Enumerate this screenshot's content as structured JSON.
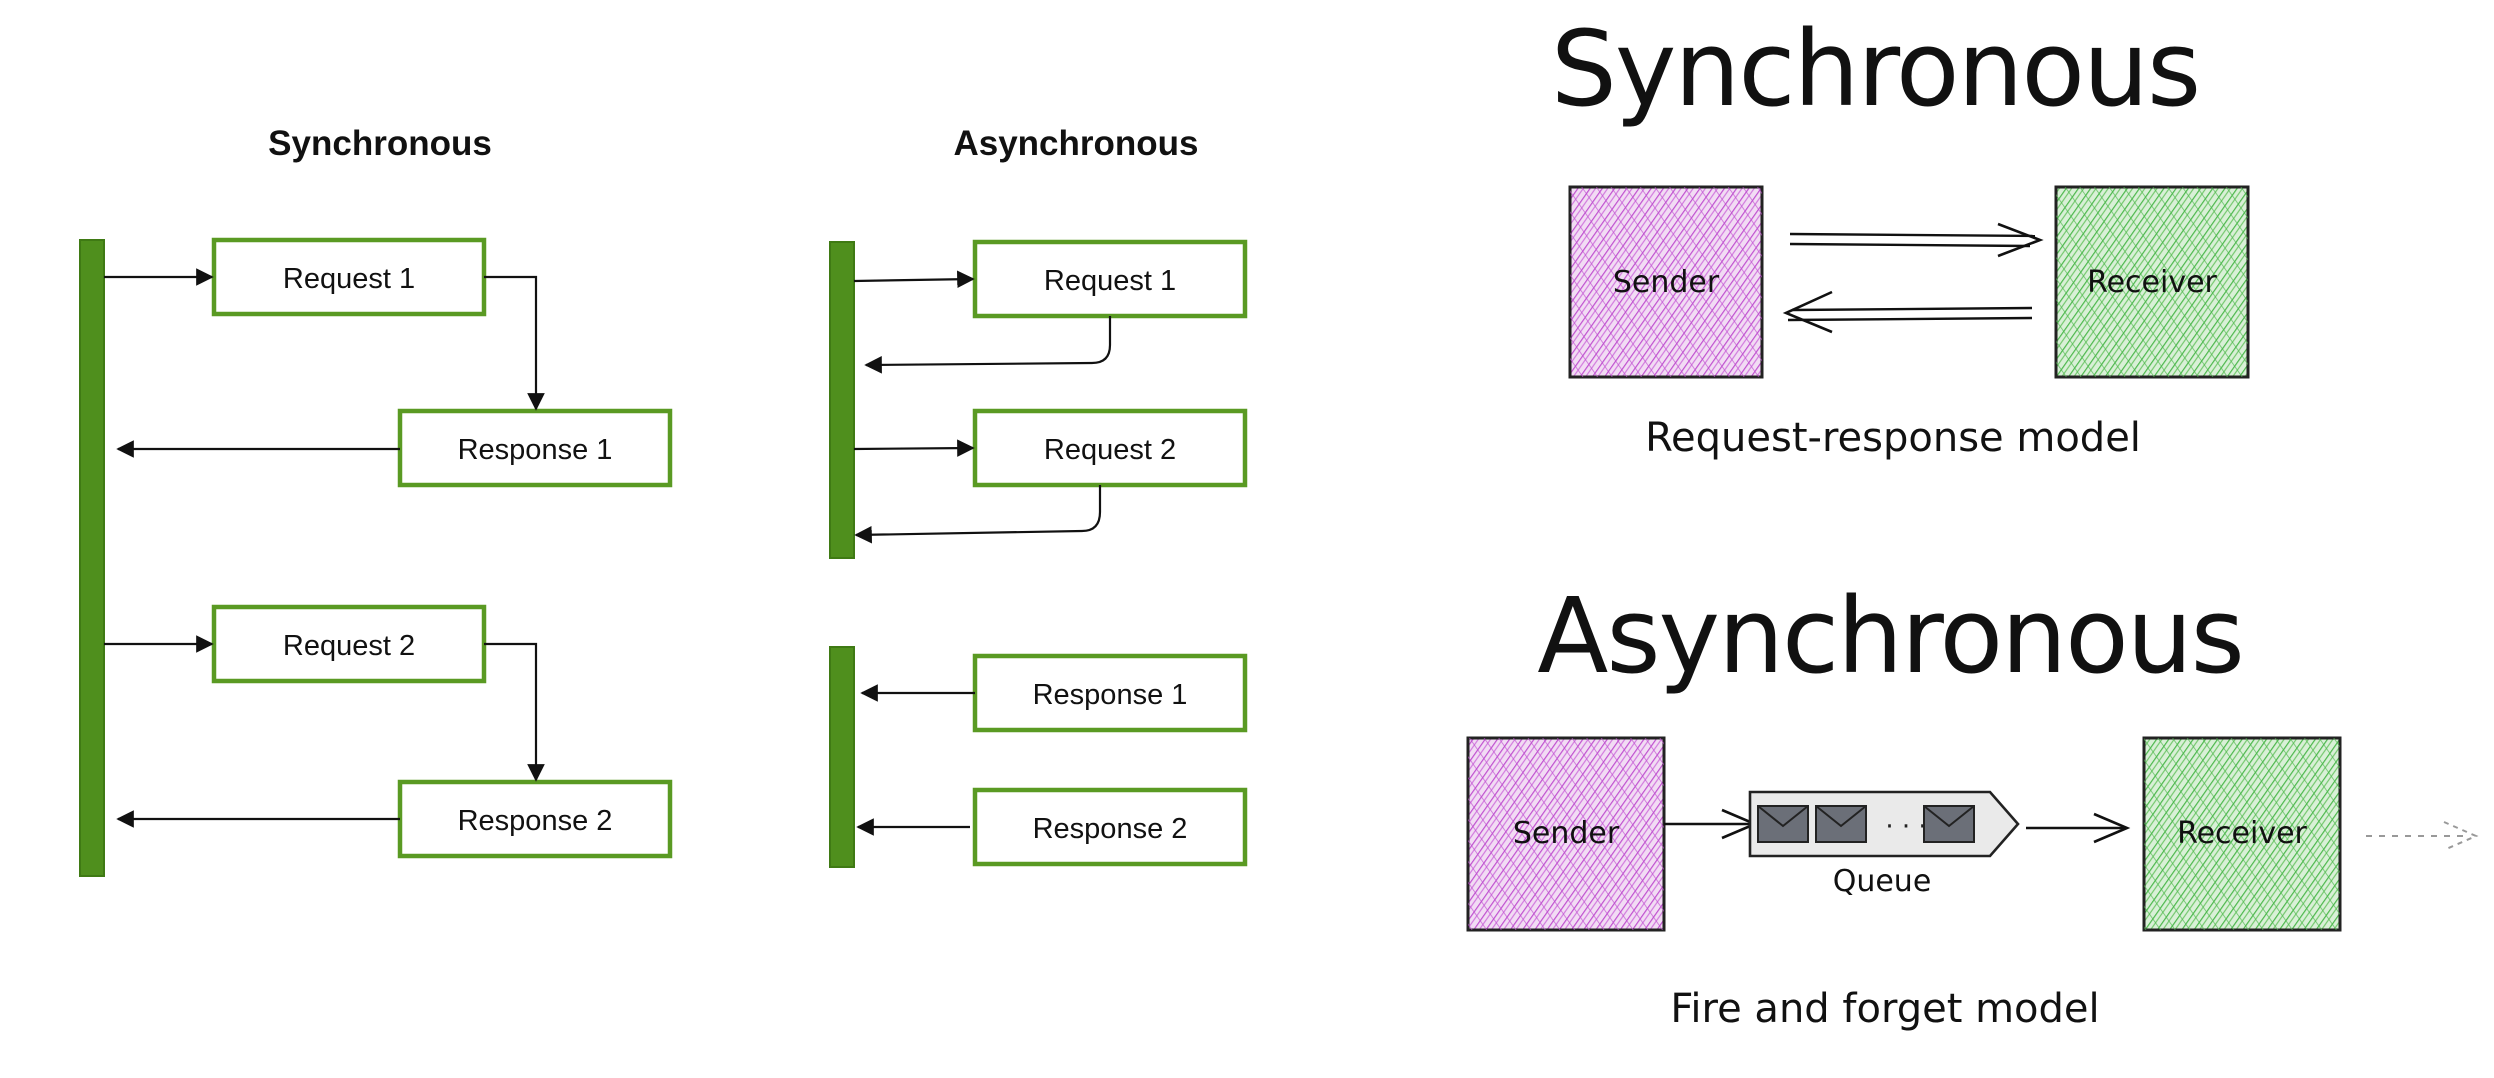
{
  "left_diagram": {
    "synchronous": {
      "title": "Synchronous",
      "boxes": [
        "Request 1",
        "Response 1",
        "Request 2",
        "Response 2"
      ]
    },
    "asynchronous": {
      "title": "Asynchronous",
      "boxes": [
        "Request 1",
        "Request 2",
        "Response 1",
        "Response 2"
      ]
    },
    "colors": {
      "box_border": "#5a9a23",
      "bar_fill": "#4f8f1d"
    }
  },
  "right_diagram": {
    "synchronous": {
      "title": "Synchronous",
      "sender": "Sender",
      "receiver": "Receiver",
      "caption": "Request-response model"
    },
    "asynchronous": {
      "title": "Asynchronous",
      "sender": "Sender",
      "queue": "Queue",
      "receiver": "Receiver",
      "caption": "Fire and forget model"
    },
    "colors": {
      "sender": "#c050d0",
      "receiver": "#4cb84c",
      "message": "#6b6f78"
    }
  }
}
